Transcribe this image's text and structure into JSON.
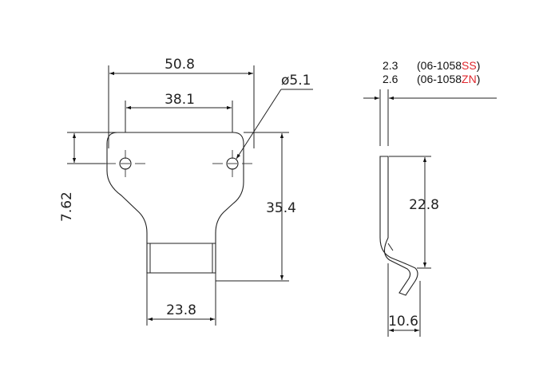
{
  "front_view": {
    "dim_overall_width": "50.8",
    "dim_hole_spacing": "38.1",
    "dim_hole_diameter": "ø5.1",
    "dim_hole_offset": "7.62",
    "dim_overall_height": "35.4",
    "dim_tab_width": "23.8"
  },
  "side_view": {
    "dim_hook_height": "22.8",
    "dim_hook_depth": "10.6"
  },
  "part_table": [
    {
      "thickness": "2.3",
      "code_prefix": "(06-1058",
      "code_suffix": "SS",
      "code_close": ")",
      "suffix_color": "#e0282e"
    },
    {
      "thickness": "2.6",
      "code_prefix": "(06-1058",
      "code_suffix": "ZN",
      "code_close": ")",
      "suffix_color": "#e0282e"
    }
  ]
}
